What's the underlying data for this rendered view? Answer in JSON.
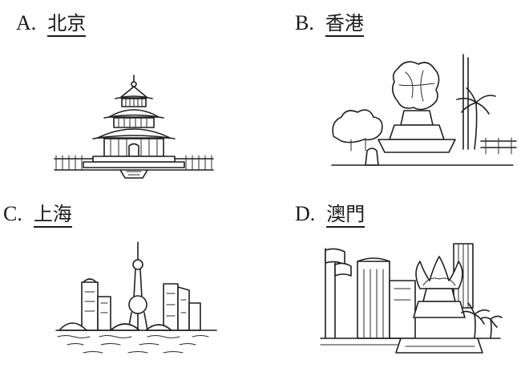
{
  "options": [
    {
      "letter": "A.",
      "city": "北京",
      "picture": "temple-of-heaven-icon"
    },
    {
      "letter": "B.",
      "city": "香港",
      "picture": "golden-bauhinia-icon"
    },
    {
      "letter": "C.",
      "city": "上海",
      "picture": "oriental-pearl-tower-icon"
    },
    {
      "letter": "D.",
      "city": "澳門",
      "picture": "macau-lotus-icon"
    }
  ]
}
